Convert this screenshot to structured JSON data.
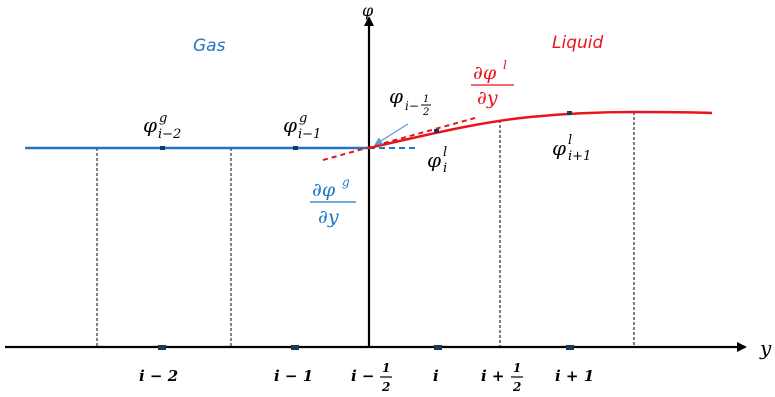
{
  "axes": {
    "y_axis_label": "φ",
    "x_axis_label": "y"
  },
  "phases": {
    "gas": "Gas",
    "liquid": "Liquid"
  },
  "colors": {
    "gas": "#1f77c4",
    "liquid": "#e8141b",
    "axis": "#000000",
    "gridline": "#000000",
    "marker": "#1a3a5c"
  },
  "node_labels": {
    "phi_i_minus_2": {
      "base": "φ",
      "sup": "g",
      "sub": "i−2"
    },
    "phi_i_minus_1": {
      "base": "φ",
      "sup": "g",
      "sub": "i−1"
    },
    "phi_i": {
      "base": "φ",
      "sup": "l",
      "sub": "i"
    },
    "phi_i_plus_1": {
      "base": "φ",
      "sup": "l",
      "sub": "i+1"
    },
    "phi_interface": {
      "base": "φ",
      "sub_prefix": "i−",
      "sub_num": "1",
      "sub_den": "2"
    }
  },
  "derivatives": {
    "liquid": {
      "num": "∂φ",
      "num_sup": "l",
      "den": "∂y"
    },
    "gas": {
      "num": "∂φ",
      "num_sup": "g",
      "den": "∂y"
    }
  },
  "index_labels": {
    "i_minus_2": "i − 2",
    "i_minus_1": "i − 1",
    "i_minus_half_prefix": "i −",
    "i": "i",
    "i_plus_half_prefix": "i +",
    "i_plus_1": "i + 1",
    "half_num": "1",
    "half_den": "2"
  }
}
